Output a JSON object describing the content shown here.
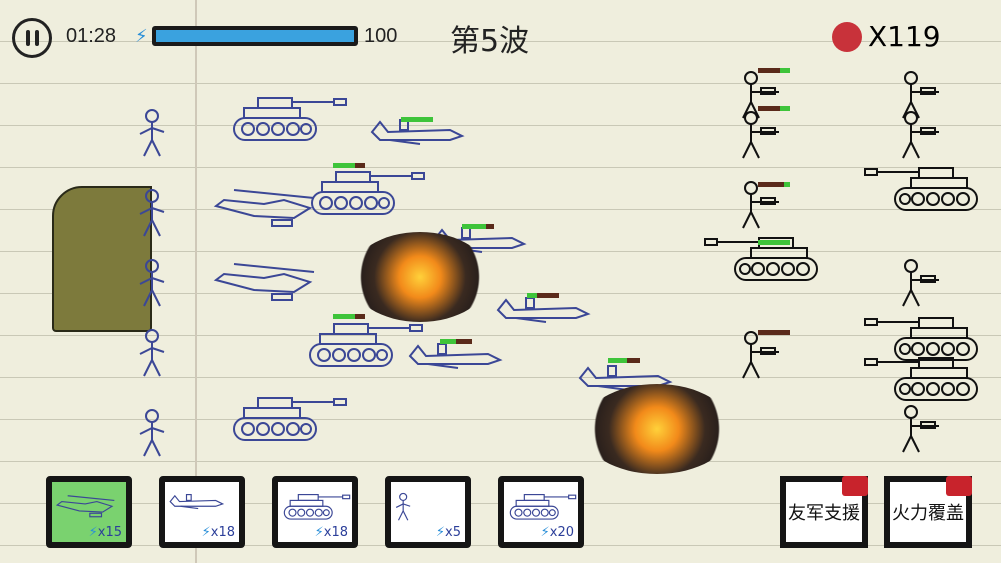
{
  "hud": {
    "timer": "01:28",
    "energy_value": "100",
    "energy_fraction": 1.0,
    "wave": "第5波",
    "kills": "X119"
  },
  "unit_cards": [
    {
      "unit": "helicopter",
      "cost": "x15",
      "selected": true
    },
    {
      "unit": "bomber-plane",
      "cost": "x18",
      "selected": false
    },
    {
      "unit": "tank",
      "cost": "x18",
      "selected": false
    },
    {
      "unit": "flamethrower-soldier",
      "cost": "x5",
      "selected": false
    },
    {
      "unit": "rocket-launcher-truck",
      "cost": "x20",
      "selected": false
    }
  ],
  "support": [
    {
      "label": "友军支援"
    },
    {
      "label": "火力覆盖"
    }
  ],
  "colors": {
    "energy": "#3aa2df",
    "selected_card": "#7ad26f",
    "player_ink": "#3b4796",
    "enemy_ink": "#111111",
    "health": "#3ec43a"
  }
}
